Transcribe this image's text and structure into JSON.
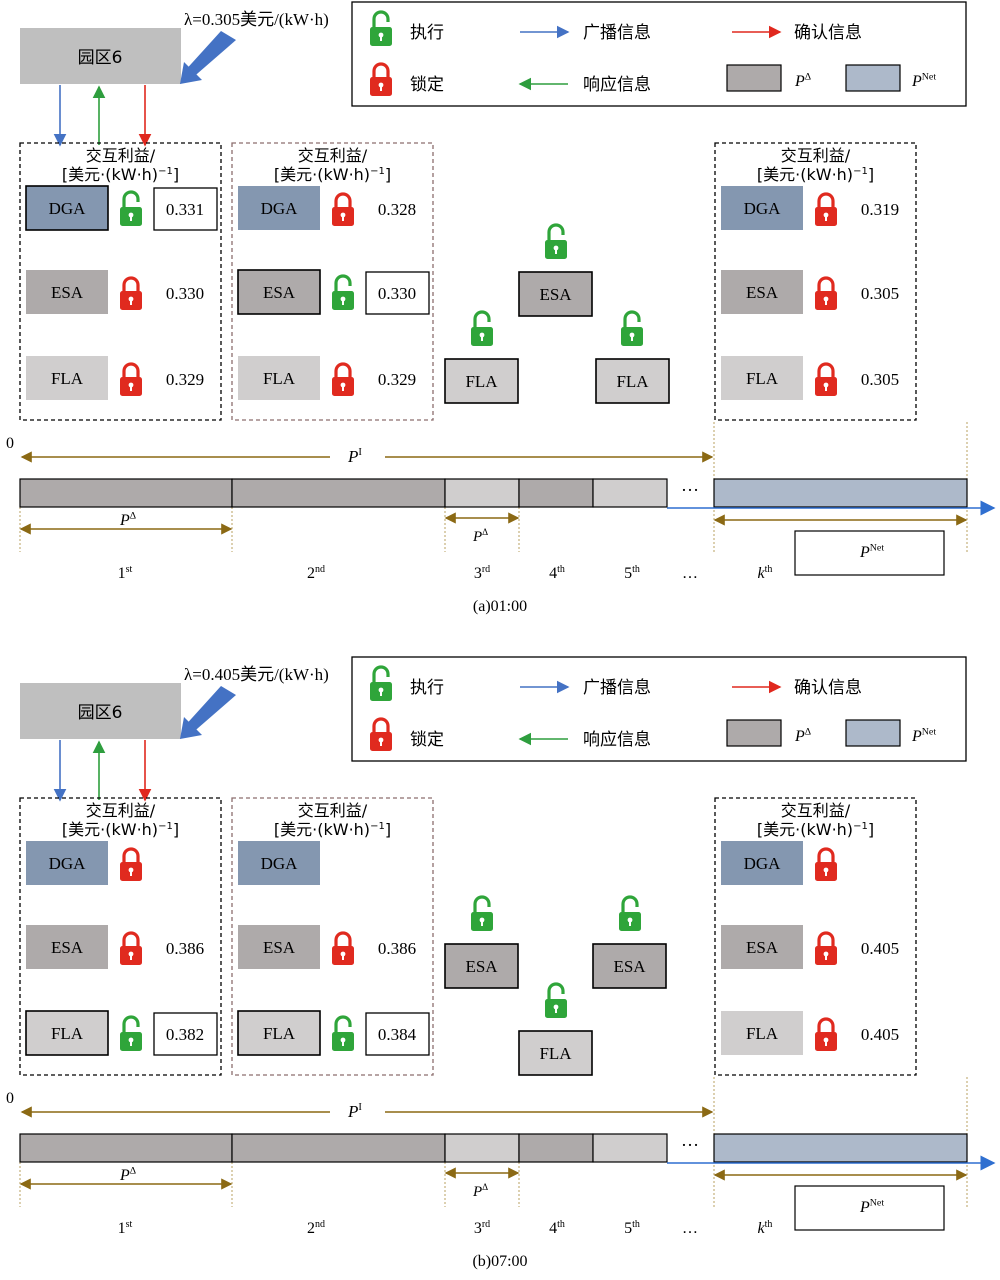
{
  "legend": {
    "execute_label": "执行",
    "lock_label": "锁定",
    "broadcast_label": "广播信息",
    "response_label": "响应信息",
    "confirm_label": "确认信息",
    "p_delta_label": "P",
    "p_delta_sup": "Δ",
    "p_net_label": "P",
    "p_net_sup": "Net"
  },
  "colors": {
    "broadcast": "#4472C4",
    "response": "#2E9E3E",
    "confirm": "#E0281E",
    "lock_red": "#E02A1F",
    "lock_green": "#2FA53A",
    "dga_fill": "#8497B0",
    "esa_fill": "#AEAAAA",
    "fla_fill": "#D0CECE",
    "p_delta_fill": "#AEAAAA",
    "p_net_fill": "#ADB9CA",
    "timeline_arrow": "#2F6FD0",
    "bracket": "#8B6914"
  },
  "box_header": {
    "line1": "交互利益/",
    "line2": "[美元·(kW·h)",
    "line2_sup": "−1",
    "line2_end": "]"
  },
  "timeline": {
    "zero": "0",
    "p_total": "P",
    "p_total_sup": "I",
    "p_delta": "P",
    "p_delta_sup": "Δ",
    "p_net": "P",
    "p_net_sup": "Net",
    "dots": "…",
    "ticks": [
      {
        "main": "1",
        "sup": "st"
      },
      {
        "main": "2",
        "sup": "nd"
      },
      {
        "main": "3",
        "sup": "rd"
      },
      {
        "main": "4",
        "sup": "th"
      },
      {
        "main": "5",
        "sup": "th"
      },
      {
        "main": "…",
        "sup": ""
      },
      {
        "main": "k",
        "sup": "th"
      }
    ]
  },
  "panels": [
    {
      "park_label": "园区6",
      "lambda_label": "λ=0.305美元/(kW·h)",
      "caption": "(a)01:00",
      "box1": [
        {
          "label": "DGA",
          "lock": "open",
          "value": "0.331",
          "boxed": true
        },
        {
          "label": "ESA",
          "lock": "closed",
          "value": "0.330",
          "boxed": false
        },
        {
          "label": "FLA",
          "lock": "closed",
          "value": "0.329",
          "boxed": false
        }
      ],
      "box2": [
        {
          "label": "DGA",
          "lock": "closed",
          "value": "0.328",
          "boxed": false
        },
        {
          "label": "ESA",
          "lock": "open",
          "value": "0.330",
          "boxed": true
        },
        {
          "label": "FLA",
          "lock": "closed",
          "value": "0.329",
          "boxed": false
        }
      ],
      "middle": [
        {
          "label": "FLA"
        },
        {
          "label": "ESA"
        },
        {
          "label": "FLA"
        }
      ],
      "boxk": [
        {
          "label": "DGA",
          "lock": "closed",
          "value": "0.319",
          "boxed": false
        },
        {
          "label": "ESA",
          "lock": "closed",
          "value": "0.305",
          "boxed": false
        },
        {
          "label": "FLA",
          "lock": "closed",
          "value": "0.305",
          "boxed": false
        }
      ]
    },
    {
      "park_label": "园区6",
      "lambda_label": "λ=0.405美元/(kW·h)",
      "caption": "(b)07:00",
      "box1": [
        {
          "label": "DGA",
          "lock": "closed",
          "value": "",
          "boxed": false
        },
        {
          "label": "ESA",
          "lock": "closed",
          "value": "0.386",
          "boxed": false
        },
        {
          "label": "FLA",
          "lock": "open",
          "value": "0.382",
          "boxed": true
        }
      ],
      "box2": [
        {
          "label": "DGA",
          "lock": "none",
          "value": "",
          "boxed": false
        },
        {
          "label": "ESA",
          "lock": "closed",
          "value": "0.386",
          "boxed": false
        },
        {
          "label": "FLA",
          "lock": "open",
          "value": "0.384",
          "boxed": true
        }
      ],
      "middle": [
        {
          "label": "ESA"
        },
        {
          "label": "FLA"
        },
        {
          "label": "ESA"
        }
      ],
      "boxk": [
        {
          "label": "DGA",
          "lock": "closed",
          "value": "",
          "boxed": false
        },
        {
          "label": "ESA",
          "lock": "closed",
          "value": "0.405",
          "boxed": false
        },
        {
          "label": "FLA",
          "lock": "closed",
          "value": "0.405",
          "boxed": false
        }
      ]
    }
  ]
}
